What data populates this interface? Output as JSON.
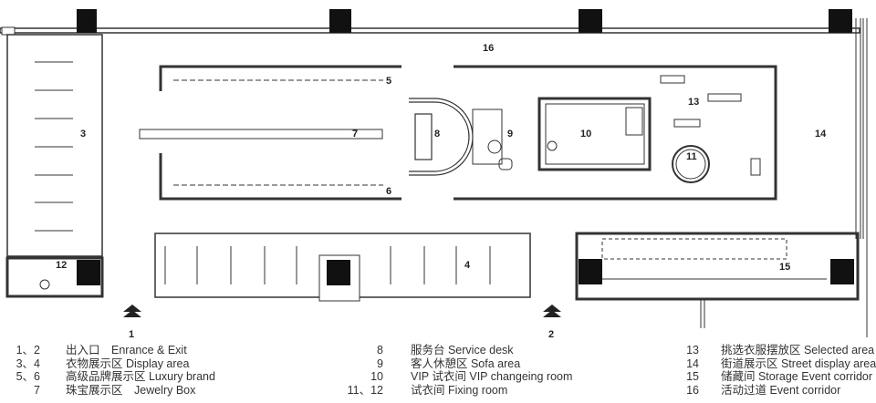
{
  "plan_labels": {
    "l1": "1",
    "l2": "2",
    "l3": "3",
    "l4": "4",
    "l5": "5",
    "l6": "6",
    "l7": "7",
    "l8": "8",
    "l9": "9",
    "l10": "10",
    "l11": "11",
    "l12": "12",
    "l13": "13",
    "l14": "14",
    "l15": "15",
    "l16": "16"
  },
  "legend": {
    "col1": [
      {
        "num": "1、2",
        "text": "出入口　Enrance & Exit"
      },
      {
        "num": "3、4",
        "text": "衣物展示区  Display area"
      },
      {
        "num": "5、6",
        "text": "高级品牌展示区  Luxury brand"
      },
      {
        "num": "7",
        "text": "珠宝展示区　Jewelry Box"
      }
    ],
    "col2": [
      {
        "num": "8",
        "text": "服务台  Service desk"
      },
      {
        "num": "9",
        "text": "客人休憩区  Sofa area"
      },
      {
        "num": "10",
        "text": "VIP 试衣间  VIP changeing room"
      },
      {
        "num": "11、12",
        "text": "试衣间  Fixing room"
      }
    ],
    "col3": [
      {
        "num": "13",
        "text": "挑选衣服摆放区  Selected area"
      },
      {
        "num": "14",
        "text": "街道展示区  Street display area"
      },
      {
        "num": "15",
        "text": "储藏间  Storage Event corridor"
      },
      {
        "num": "16",
        "text": "活动过道  Event corridor"
      }
    ]
  }
}
